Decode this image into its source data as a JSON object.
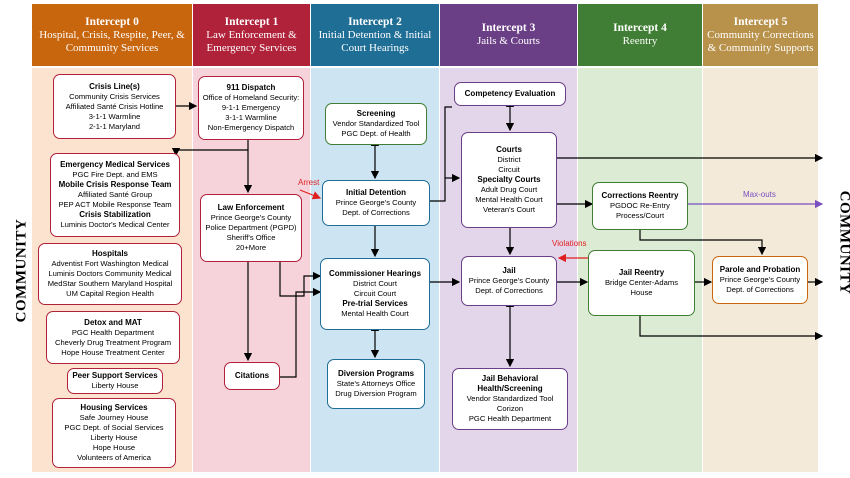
{
  "colors": {
    "col0_hdr": "#c8660e",
    "col1_hdr": "#b0223a",
    "col2_hdr": "#1f6e96",
    "col3_hdr": "#6a3f86",
    "col4_hdr": "#3f7e34",
    "col5_hdr": "#b8914a",
    "col0_bg": "#fbe3cf",
    "col1_bg": "#f6d3db",
    "col2_bg": "#cde4f2",
    "col3_bg": "#e3d6ea",
    "col4_bg": "#dcebd4",
    "col5_bg": "#f3ead9"
  },
  "headers": [
    {
      "title": "Intercept 0",
      "sub": "Hospital, Crisis, Respite, Peer, & Community Services"
    },
    {
      "title": "Intercept 1",
      "sub": "Law Enforcement & Emergency Services"
    },
    {
      "title": "Intercept 2",
      "sub": "Initial Detention & Initial Court Hearings"
    },
    {
      "title": "Intercept 3",
      "sub": "Jails & Courts"
    },
    {
      "title": "Intercept 4",
      "sub": "Reentry"
    },
    {
      "title": "Intercept 5",
      "sub": "Community Corrections & Community Supports"
    }
  ],
  "side_left": "COMMUNITY",
  "side_right": "COMMUNITY",
  "labels": {
    "arrest": "Arrest",
    "violations": "Violations",
    "maxouts": "Max-outs"
  },
  "i0": {
    "crisis": [
      "Crisis Line(s)",
      "Community Crisis Services",
      "Affiliated Santé Crisis Hotline",
      "3-1-1 Warmline",
      "2-1-1 Maryland"
    ],
    "ems": [
      "Emergency Medical Services",
      "PGC Fire Dept. and EMS",
      "Mobile Crisis Response Team",
      "Affiliated Santé Group",
      "PEP ACT Mobile Response Team",
      "Crisis Stabilization",
      "Luminis Doctor's Medical Center"
    ],
    "hospitals": [
      "Hospitals",
      "Adventist Fort Washington Medical",
      "Luminis Doctors Community Medical",
      "MedStar Southern Maryland Hospital",
      "UM Capital Region Health"
    ],
    "detox": [
      "Detox and MAT",
      "PGC Health Department",
      "Cheverly Drug Treatment Program",
      "Hope House Treatment Center"
    ],
    "peer": [
      "Peer Support Services",
      "Liberty House"
    ],
    "housing": [
      "Housing Services",
      "Safe Journey House",
      "PGC Dept. of Social Services",
      "Liberty House",
      "Hope House",
      "Volunteers of America"
    ]
  },
  "i1": {
    "dispatch": [
      "911 Dispatch",
      "Office of Homeland Security:",
      "9-1-1 Emergency",
      "3-1-1 Warmline",
      "Non-Emergency Dispatch"
    ],
    "law": [
      "Law Enforcement",
      "Prince George's County",
      "Police Department (PGPD)",
      "Sheriff's Office",
      "20+More"
    ],
    "citations": [
      "Citations"
    ]
  },
  "i2": {
    "screening": [
      "Screening",
      "Vendor Standardized Tool",
      "PGC Dept. of Health"
    ],
    "detention": [
      "Initial Detention",
      "Prince George's County",
      "Dept. of Corrections"
    ],
    "commissioner": [
      "Commissioner Hearings",
      "District Court",
      "Circuit Court",
      "Pre-trial Services",
      "Mental Health Court"
    ],
    "diversion": [
      "Diversion Programs",
      "State's Attorneys Office",
      "Drug Diversion Program"
    ]
  },
  "i3": {
    "competency": [
      "Competency Evaluation"
    ],
    "courts": [
      "Courts",
      "District",
      "Circuit",
      "Specialty Courts",
      "Adult Drug Court",
      "Mental Health Court",
      "Veteran's Court"
    ],
    "jail": [
      "Jail",
      "Prince George's County",
      "Dept. of Corrections"
    ],
    "jailbh": [
      "Jail Behavioral Health/Screening",
      "Vendor Standardized Tool",
      "Corizon",
      "PGC Health Department"
    ]
  },
  "i4": {
    "correntry": [
      "Corrections Reentry",
      "PGDOC Re-Entry",
      "Process/Court"
    ],
    "jailreentry": [
      "Jail Reentry",
      "Bridge Center-Adams",
      "House"
    ]
  },
  "i5": {
    "parole": [
      "Parole and Probation",
      "Prince George's County",
      "Dept. of Corrections"
    ]
  }
}
